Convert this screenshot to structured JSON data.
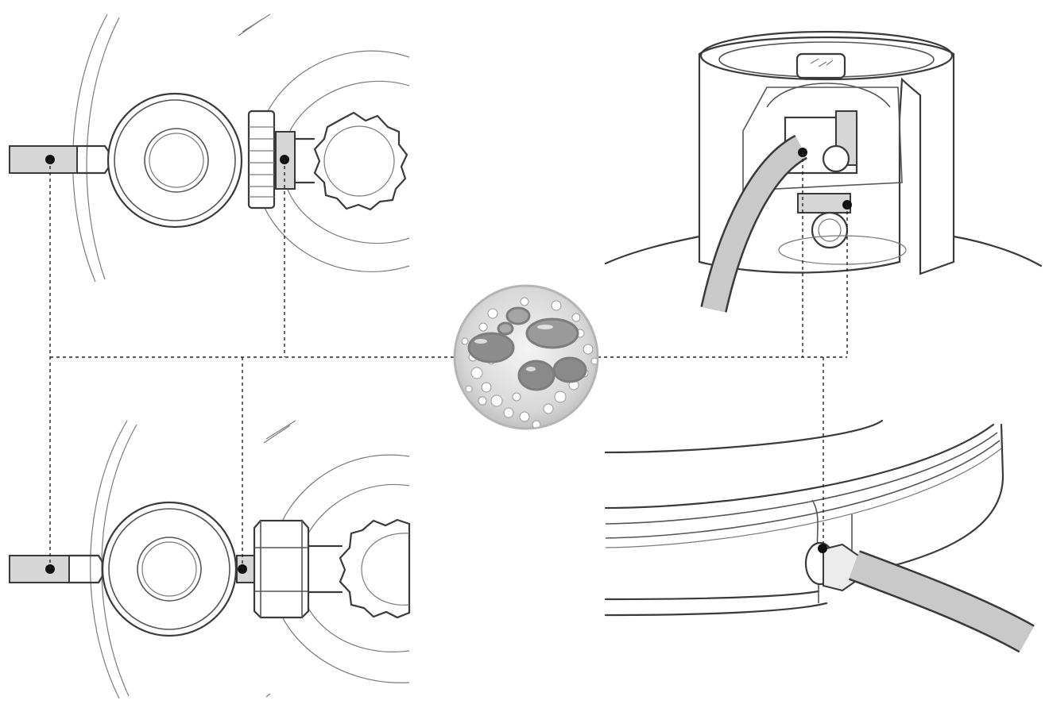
{
  "figure": {
    "panels": [
      {
        "id": "regulator-top"
      },
      {
        "id": "cylinder-valve"
      },
      {
        "id": "regulator-bottom"
      },
      {
        "id": "hose-connection"
      }
    ],
    "center": {
      "subject": "soap bubbles"
    },
    "colors": {
      "line": "#3a3a3a",
      "fill_grey": "#d6d6d6",
      "dash": "#222222",
      "dot": "#111111"
    }
  }
}
